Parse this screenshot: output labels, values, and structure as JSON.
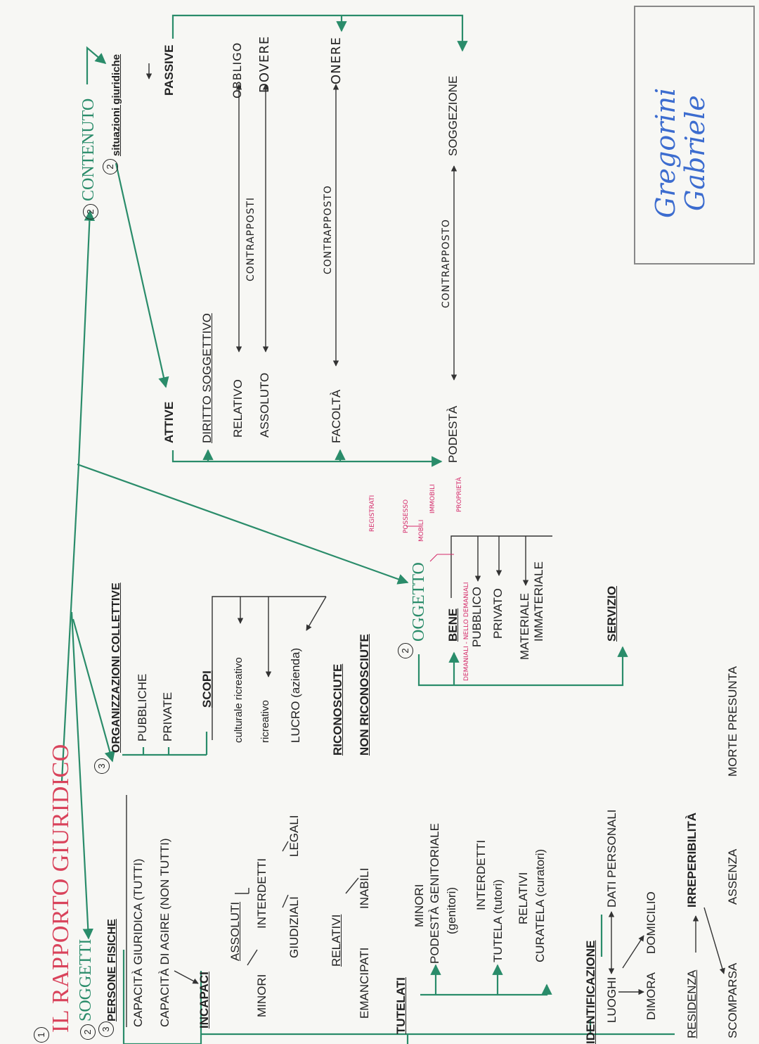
{
  "title": "IL RAPPORTO GIURIDICO",
  "markers": {
    "m1": "1",
    "m2a": "2",
    "m2b": "2",
    "m2c": "2",
    "m2d": "2",
    "m3a": "3",
    "m3b": "3"
  },
  "soggetti": {
    "heading": "SOGGETTI",
    "persone_fisiche": "PERSONE FISICHE",
    "capacita_giuridica": "CAPACITÀ GIURIDICA (TUTTI)",
    "capacita_agire": "CAPACITÀ DI AGIRE (NON TUTTI)",
    "incapaci": "INCAPACI",
    "assoluti": "ASSOLUTI",
    "minori": "MINORI",
    "interdetti": "INTERDETTI",
    "giudiziali": "GIUDIZIALI",
    "legali": "LEGALI",
    "relativi": "RELATIVI",
    "emancipati": "EMANCIPATI",
    "inabili": "INABILI",
    "tutelati": "TUTELATI",
    "t_minori": "MINORI",
    "podesta_genitoriale": "PODESTÀ GENITORIALE",
    "genitori": "(genitori)",
    "t_interdetti": "INTERDETTI",
    "tutela": "TUTELA (tutori)",
    "t_relativi": "RELATIVI",
    "curatela": "CURATELA (curatori)",
    "identificazione": "IDENTIFICAZIONE",
    "luoghi": "LUOGHI",
    "dati_personali": "DATI PERSONALI",
    "dimora": "DIMORA",
    "domicilio": "DOMICILIO",
    "residenza": "RESIDENZA",
    "irreperibilita": "IRREPERIBILITÀ",
    "scomparsa": "SCOMPARSA",
    "assenza": "ASSENZA",
    "morte_presunta": "MORTE PRESUNTA"
  },
  "organizzazioni": {
    "heading": "ORGANIZZAZIONI COLLETTIVE",
    "pubbliche": "PUBBLICHE",
    "private": "PRIVATE",
    "scopi": "SCOPI",
    "culturale": "culturale ricreativo",
    "ricreativo": "ricreativo",
    "lucro": "LUCRO (azienda)",
    "riconosciute": "RICONOSCIUTE",
    "non_riconosciute": "NON RICONOSCIUTE"
  },
  "oggetto": {
    "heading": "OGGETTO",
    "bene": "BENE",
    "pubblico": "PUBBLICO",
    "privato": "PRIVATO",
    "materiale": "MATERIALE",
    "immateriale": "IMMATERIALE",
    "servizio": "SERVIZIO",
    "note_demaniali": "DEMANIALI - NELLO DEMANIALI",
    "note_immobili": "IMMOBILI",
    "note_proprieta": "PROPRIETÀ",
    "note_registrati": "REGISTRATI",
    "note_mobili": "MOBILI",
    "note_possesso": "POSSESSO"
  },
  "contenuto": {
    "heading": "CONTENUTO",
    "situazioni": "situazioni giuridiche",
    "attive": "ATTIVE",
    "passive": "PASSIVE",
    "diritto_soggettivo": "DIRITTO SOGGETTIVO",
    "relativo": "RELATIVO",
    "assoluto": "ASSOLUTO",
    "facolta": "FACOLTÀ",
    "podesta": "PODESTÀ",
    "obbligo": "OBBLIGO",
    "dovere": "DOVERE",
    "onere": "ONERE",
    "soggezione": "SOGGEZIONE",
    "contrapposti": "CONTRAPPOSTI",
    "contrapposto_1": "CONTRAPPOSTO",
    "contrapposto_2": "CONTRAPPOSTO"
  },
  "signature": {
    "line1": "Gregorini",
    "line2": "Gabriele"
  },
  "colors": {
    "title": "#d9435b",
    "green": "#2a8c6a",
    "ink": "#222222",
    "pink": "#d42a6a",
    "signature": "#3c6ccf"
  }
}
